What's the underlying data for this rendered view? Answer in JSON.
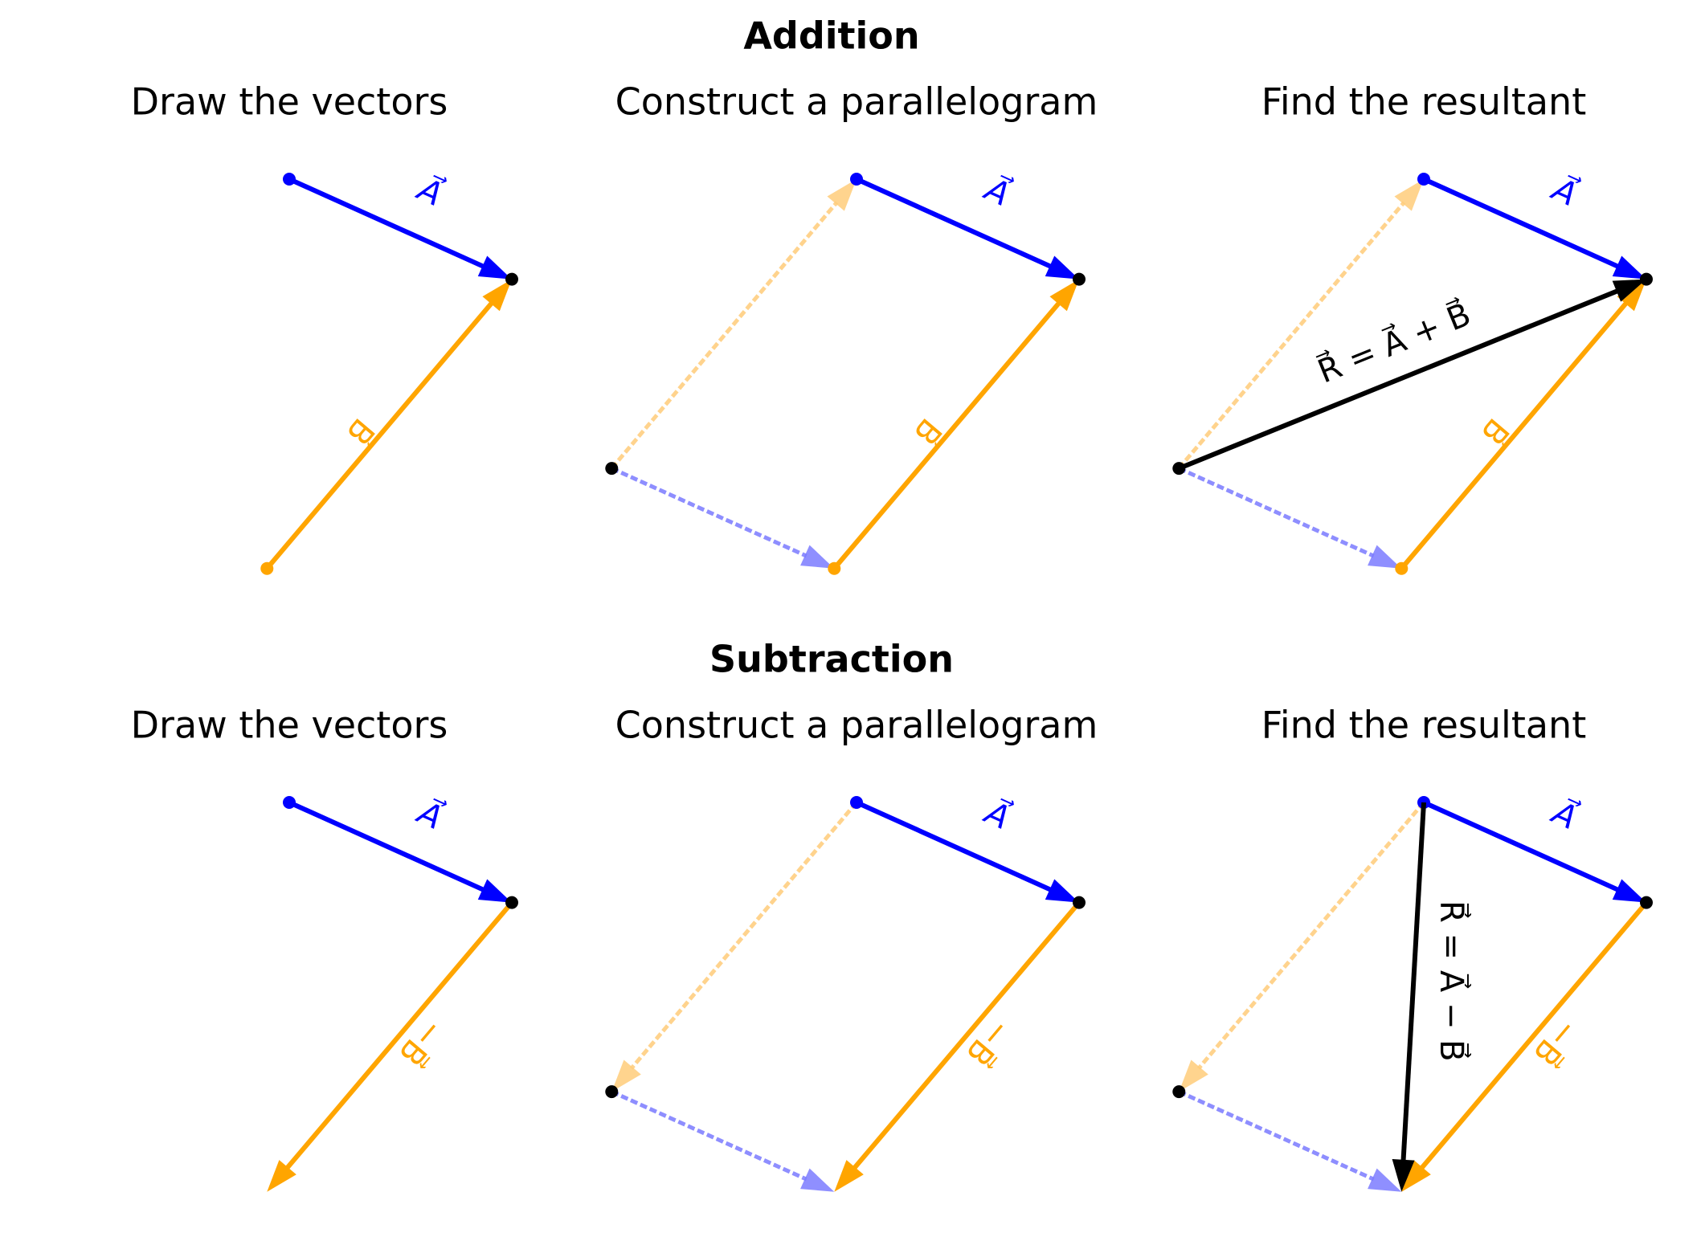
{
  "sections": [
    {
      "title": "Addition",
      "operation": "add",
      "panels": [
        {
          "title": "Draw the vectors",
          "step": "draw",
          "labels": {
            "a": "A⃗",
            "b": "B⃗"
          }
        },
        {
          "title": "Construct a parallelogram",
          "step": "parallelogram",
          "labels": {
            "a": "A⃗",
            "b": "B⃗"
          }
        },
        {
          "title": "Find the resultant",
          "step": "resultant",
          "labels": {
            "a": "A⃗",
            "b": "B⃗",
            "r": "R⃗ = A⃗ + B⃗"
          }
        }
      ]
    },
    {
      "title": "Subtraction",
      "operation": "subtract",
      "panels": [
        {
          "title": "Draw the vectors",
          "step": "draw",
          "labels": {
            "a": "A⃗",
            "b": "−B⃗"
          }
        },
        {
          "title": "Construct a parallelogram",
          "step": "parallelogram",
          "labels": {
            "a": "A⃗",
            "b": "−B⃗"
          }
        },
        {
          "title": "Find the resultant",
          "step": "resultant",
          "labels": {
            "a": "A⃗",
            "b": "−B⃗",
            "r": "R⃗ = A⃗ − B⃗"
          }
        }
      ]
    }
  ],
  "vectors": {
    "A": [
      2,
      -0.9
    ],
    "B": [
      2.2,
      2.6
    ]
  },
  "colors": {
    "vector_a": "#0000ff",
    "vector_b": "#ffa500",
    "resultant": "#000000",
    "guide_a": "#7b7bff",
    "guide_b": "#ffcc7a",
    "text": "#000000"
  }
}
